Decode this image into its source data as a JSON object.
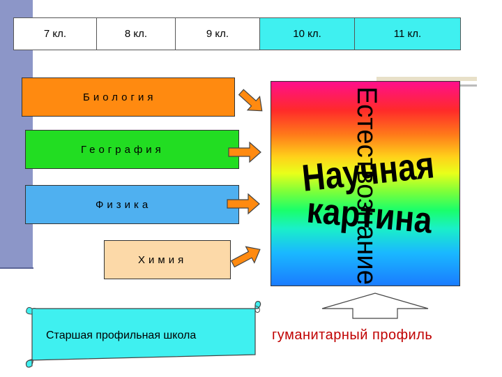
{
  "colors": {
    "left_bar": "#8c96c8",
    "grade_white": "#ffffff",
    "grade_cyan": "#3ff0f0",
    "biology": "#ff8a10",
    "geography": "#22dd22",
    "physics": "#4fb0f0",
    "chemistry": "#fcd9a8",
    "scroll": "#3ff0f0",
    "arrow_fill": "#ff8a10",
    "profile_text": "#c00000"
  },
  "grades": [
    "7 кл.",
    "8 кл.",
    "9 кл.",
    "10 кл.",
    "11 кл."
  ],
  "subjects": {
    "biology": "Биология",
    "geography": "География",
    "physics": "Физика",
    "chemistry": "Химия"
  },
  "panel": {
    "vertical_text": "Естествознание",
    "word_art_line1": "Научная",
    "word_art_line2": "картина"
  },
  "scroll_label": "Старшая профильная школа",
  "profile_label": "гуманитарный профиль"
}
